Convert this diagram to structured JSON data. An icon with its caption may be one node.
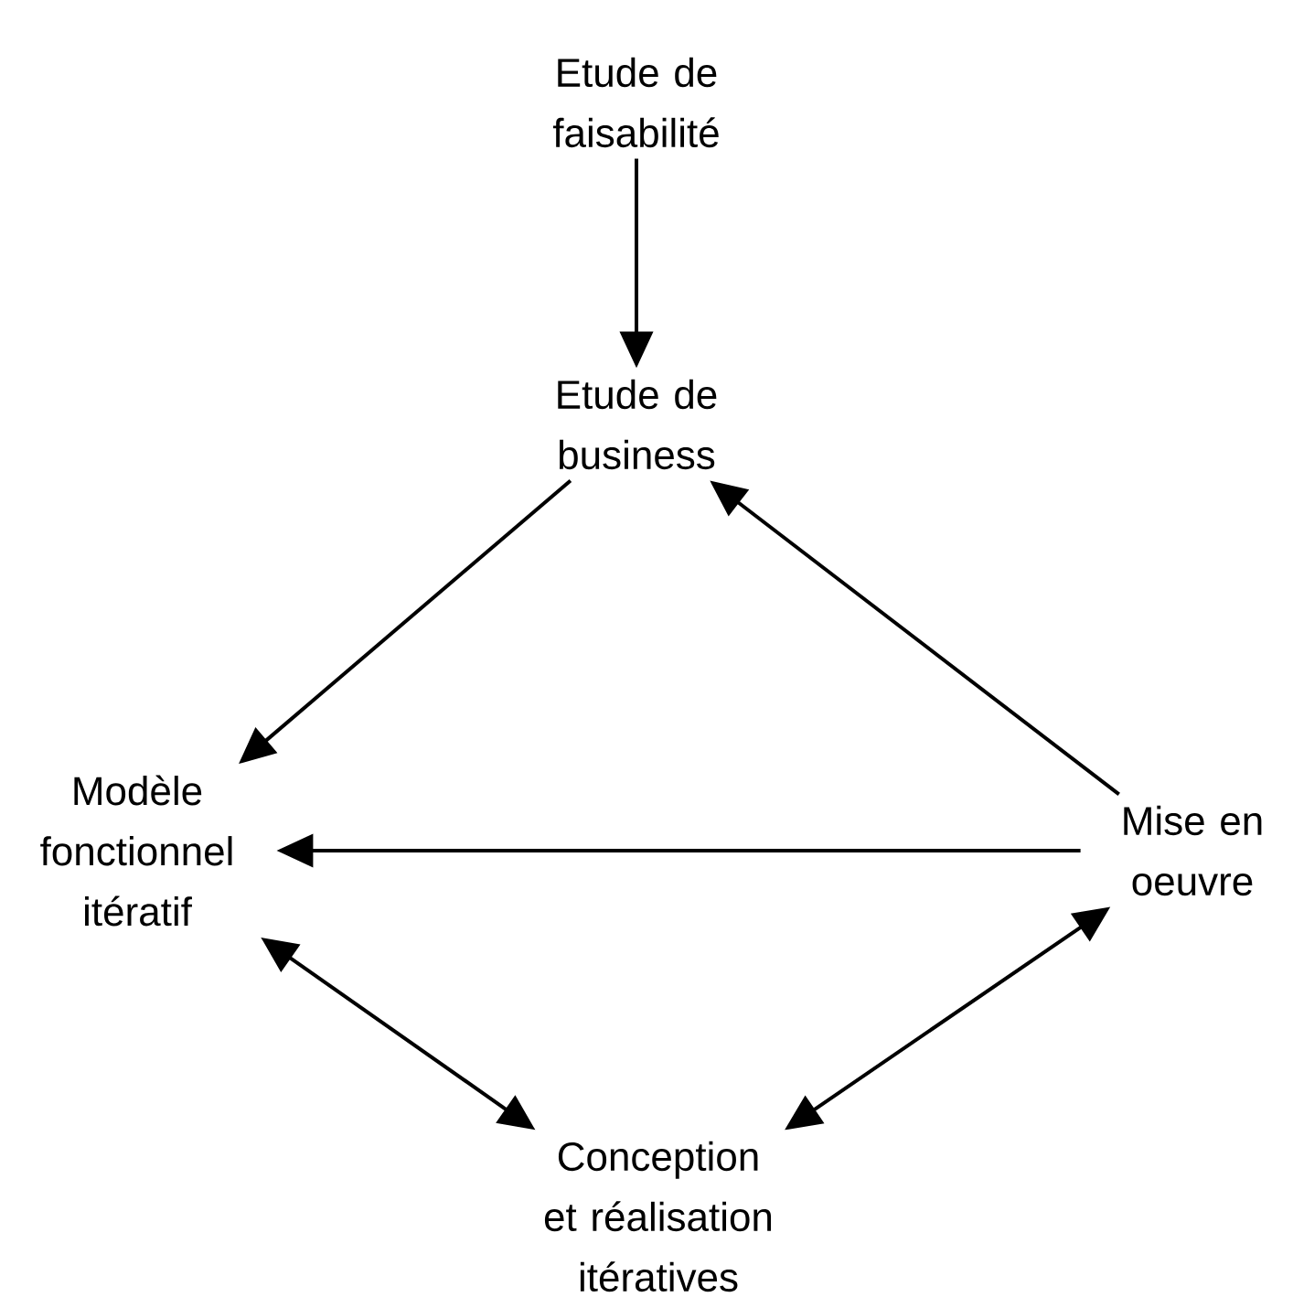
{
  "diagram": {
    "nodes": [
      {
        "text": [
          "Etude de faisabilité"
        ]
      },
      {
        "text": [
          "Etude de business"
        ]
      },
      {
        "text": [
          "Modèle fonctionnel itératif"
        ]
      },
      {
        "text": [
          "Mise en oeuvre"
        ]
      },
      {
        "text": [
          "Conception et réalisation itératives"
        ]
      }
    ],
    "edges": [
      {
        "from": 0,
        "to": 1,
        "arrow": "to"
      },
      {
        "from": 1,
        "to": 2,
        "arrow": "to"
      },
      {
        "from": 3,
        "to": 1,
        "arrow": "to"
      },
      {
        "from": 3,
        "to": 2,
        "arrow": "to"
      },
      {
        "from": 2,
        "to": 4,
        "arrow": "both"
      },
      {
        "from": 4,
        "to": 3,
        "arrow": "both"
      }
    ]
  }
}
